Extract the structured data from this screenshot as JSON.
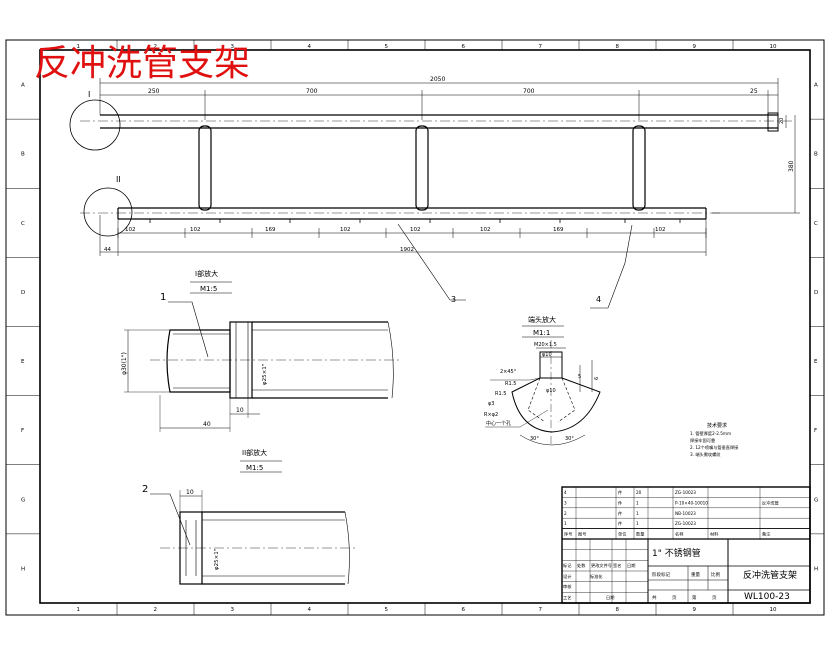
{
  "title": "反冲洗管支架",
  "border": {
    "columns": [
      "1",
      "2",
      "3",
      "4",
      "5",
      "6",
      "7",
      "8",
      "9",
      "10"
    ],
    "rows": [
      "A",
      "B",
      "C",
      "D",
      "E",
      "F",
      "G",
      "H"
    ]
  },
  "main_view": {
    "label_I": "I",
    "label_II": "II",
    "top_dims": [
      "250",
      "700",
      "700",
      "25"
    ],
    "overall_len": "2050",
    "side_dims": [
      "20",
      "380"
    ],
    "bottom_segments": [
      "102",
      "102",
      "169",
      "102",
      "102",
      "102",
      "169",
      "102"
    ],
    "bottom_total": "1902",
    "left_offset": "44"
  },
  "callouts": [
    "1",
    "2",
    "3",
    "4"
  ],
  "detail_I": {
    "title": "I部放大",
    "scale": "M1:5",
    "dia": "φ30(1\")",
    "inner": "φ25×1\"",
    "len1": "40",
    "len2": "10"
  },
  "detail_II": {
    "title": "II部放大",
    "scale": "M1:5",
    "top": "10",
    "inner": "φ25×1\""
  },
  "detail_end": {
    "title": "端头放大",
    "scale": "M1:1",
    "labels": [
      "M20×1.5",
      "φ10",
      "5",
      "6",
      "2×45°",
      "R1.5",
      "R1.5",
      "φ3",
      "中心一个孔",
      "R×φ2",
      "30°",
      "30°",
      "φ10"
    ]
  },
  "tech_notes": {
    "title": "技术要求",
    "lines": [
      "1. 管壁厚度2-2.5mm",
      "   焊接牢固可靠",
      "2. 12个喷嘴与管垂直焊接",
      "3. 端头需攻螺纹"
    ]
  },
  "bom": {
    "rows": [
      [
        "4",
        "",
        "件",
        "20",
        "",
        "ZG-10023",
        "",
        ""
      ],
      [
        "3",
        "",
        "件",
        "1",
        "",
        "P-10×40-10010",
        "",
        "反冲洗管"
      ],
      [
        "2",
        "",
        "件",
        "1",
        "",
        "NB-10023",
        "",
        ""
      ],
      [
        "1",
        "",
        "件",
        "1",
        "",
        "ZG-10023",
        "",
        ""
      ]
    ],
    "header": [
      "序号",
      "图号",
      "单位",
      "数量",
      "",
      "名称",
      "材料",
      "备注"
    ]
  },
  "title_block": {
    "part_name": "1\" 不锈钢管",
    "drawing_name": "反冲洗管支架",
    "drawing_no": "WL100-23",
    "labels": [
      "标记",
      "处数",
      "更改文件号",
      "签名",
      "日期",
      "设计",
      "标准化",
      "审核",
      "工艺",
      "批准",
      "阶段标记",
      "重量",
      "比例",
      "共",
      "页",
      "第",
      "页",
      "日期"
    ]
  }
}
